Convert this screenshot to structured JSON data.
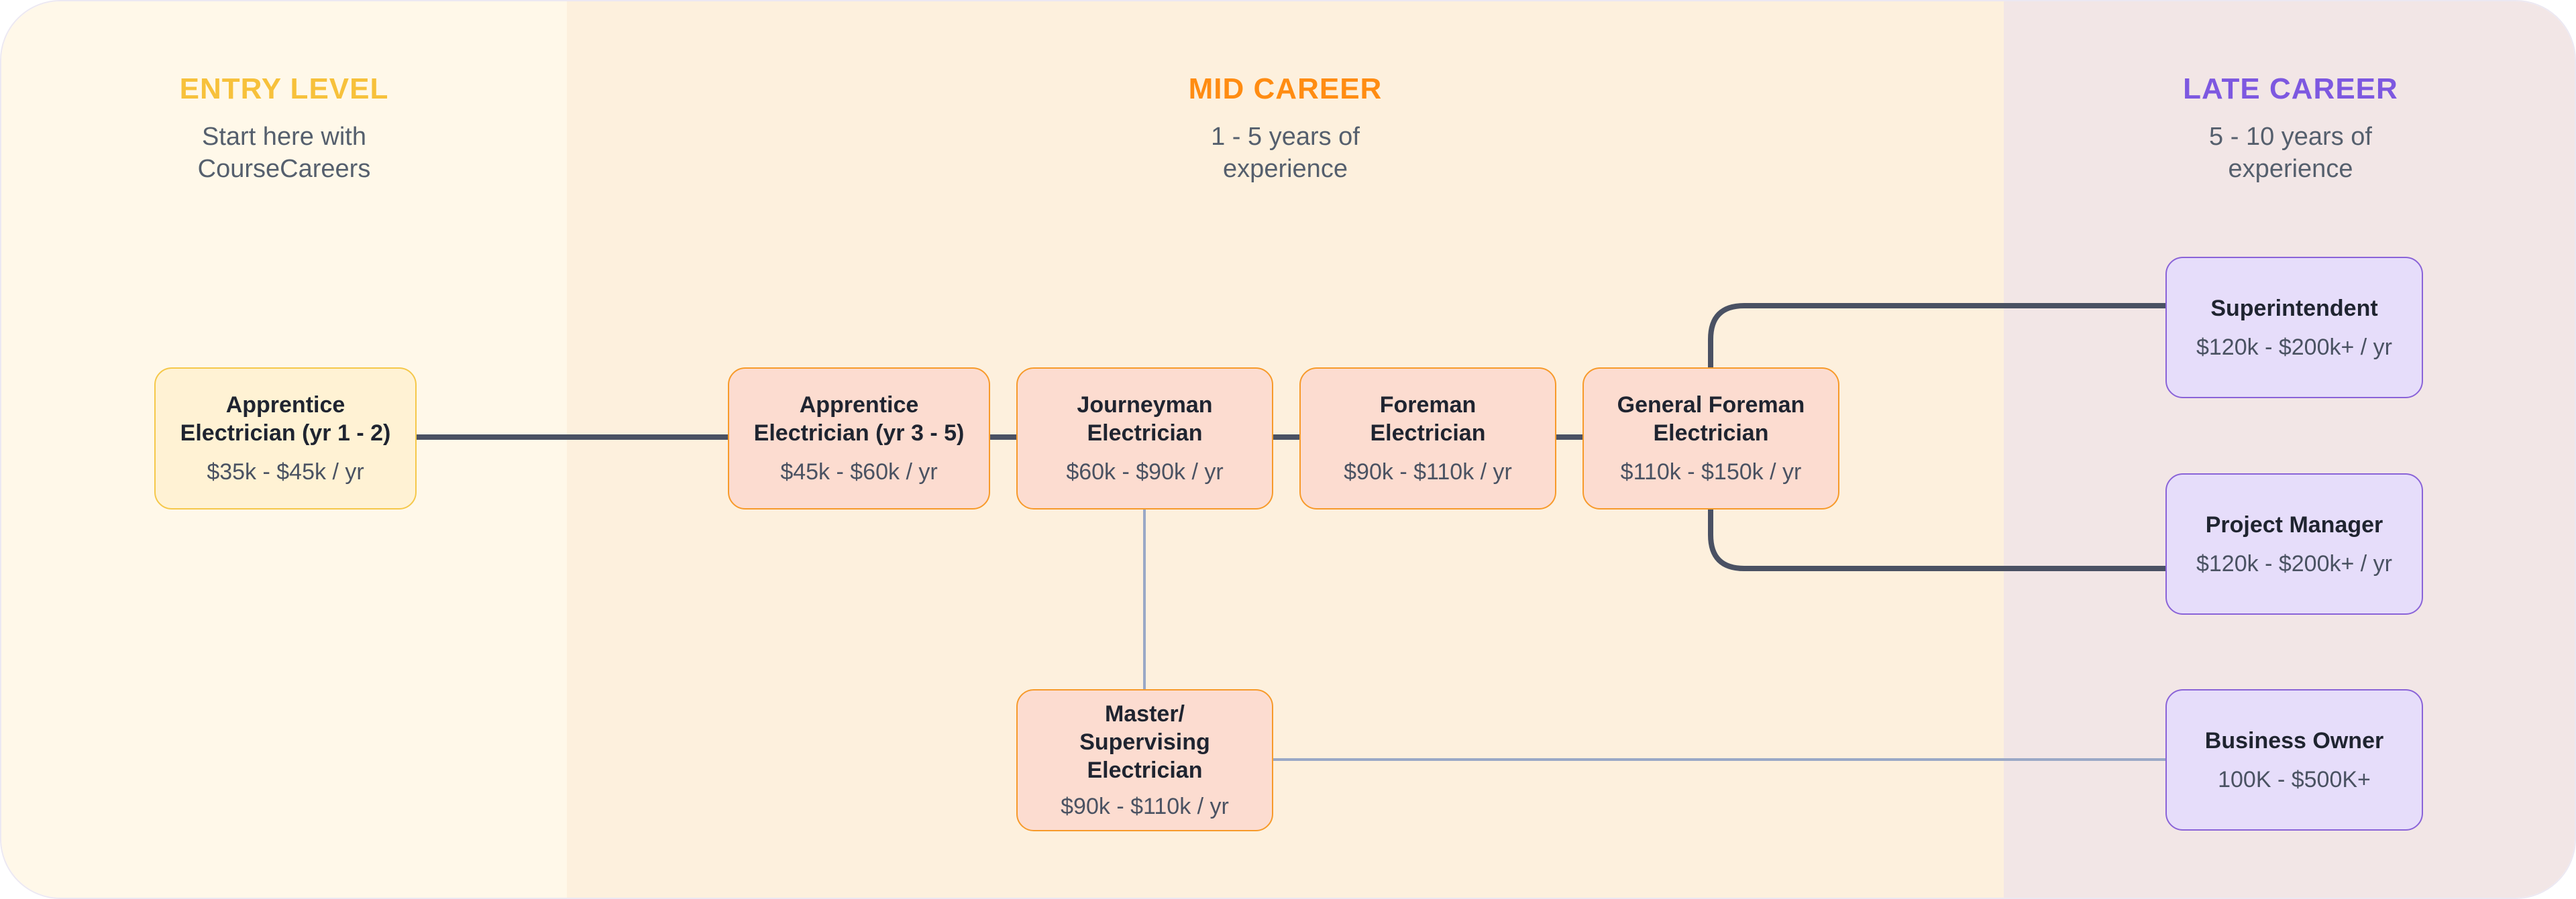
{
  "colors": {
    "entry_bg": "#fff8e9",
    "mid_bg": "#fdf0dd",
    "late_bg": "#f2e6e6",
    "entry_title": "#f7c13b",
    "mid_title": "#ff8c12",
    "late_title": "#7d58e0",
    "subtitle": "#555f6d",
    "entry_node_fill": "#fff2d4",
    "entry_node_border": "#f5c84a",
    "mid_node_fill": "#fcdcd0",
    "mid_node_border": "#f79a2a",
    "late_node_fill": "#e6ddfa",
    "late_node_border": "#8a63d8",
    "node_title": "#1f2430",
    "node_salary": "#4a5262",
    "connector_main": "#4a5163",
    "connector_secondary": "#9aa8c6"
  },
  "columns": {
    "entry": {
      "title": "ENTRY LEVEL",
      "subtitle": "Start here with CourseCareers"
    },
    "mid": {
      "title": "MID CAREER",
      "subtitle": "1 - 5 years of experience"
    },
    "late": {
      "title": "LATE CAREER",
      "subtitle": "5 - 10 years of experience"
    }
  },
  "nodes": {
    "apprentice_1_2": {
      "title": "Apprentice\nElectrician (yr 1 - 2)",
      "salary": "$35k - $45k / yr"
    },
    "apprentice_3_5": {
      "title": "Apprentice\nElectrician (yr 3 - 5)",
      "salary": "$45k - $60k / yr"
    },
    "journeyman": {
      "title": "Journeyman\nElectrician",
      "salary": "$60k - $90k / yr"
    },
    "foreman": {
      "title": "Foreman\nElectrician",
      "salary": "$90k - $110k / yr"
    },
    "general_foreman": {
      "title": "General Foreman\nElectrician",
      "salary": "$110k - $150k / yr"
    },
    "master": {
      "title": "Master/\nSupervising\nElectrician",
      "salary": "$90k - $110k / yr"
    },
    "superintendent": {
      "title": "Superintendent",
      "salary": "$120k - $200k+ / yr"
    },
    "project_manager": {
      "title": "Project Manager",
      "salary": "$120k - $200k+ / yr"
    },
    "business_owner": {
      "title": "Business Owner",
      "salary": "100K - $500K+"
    }
  }
}
